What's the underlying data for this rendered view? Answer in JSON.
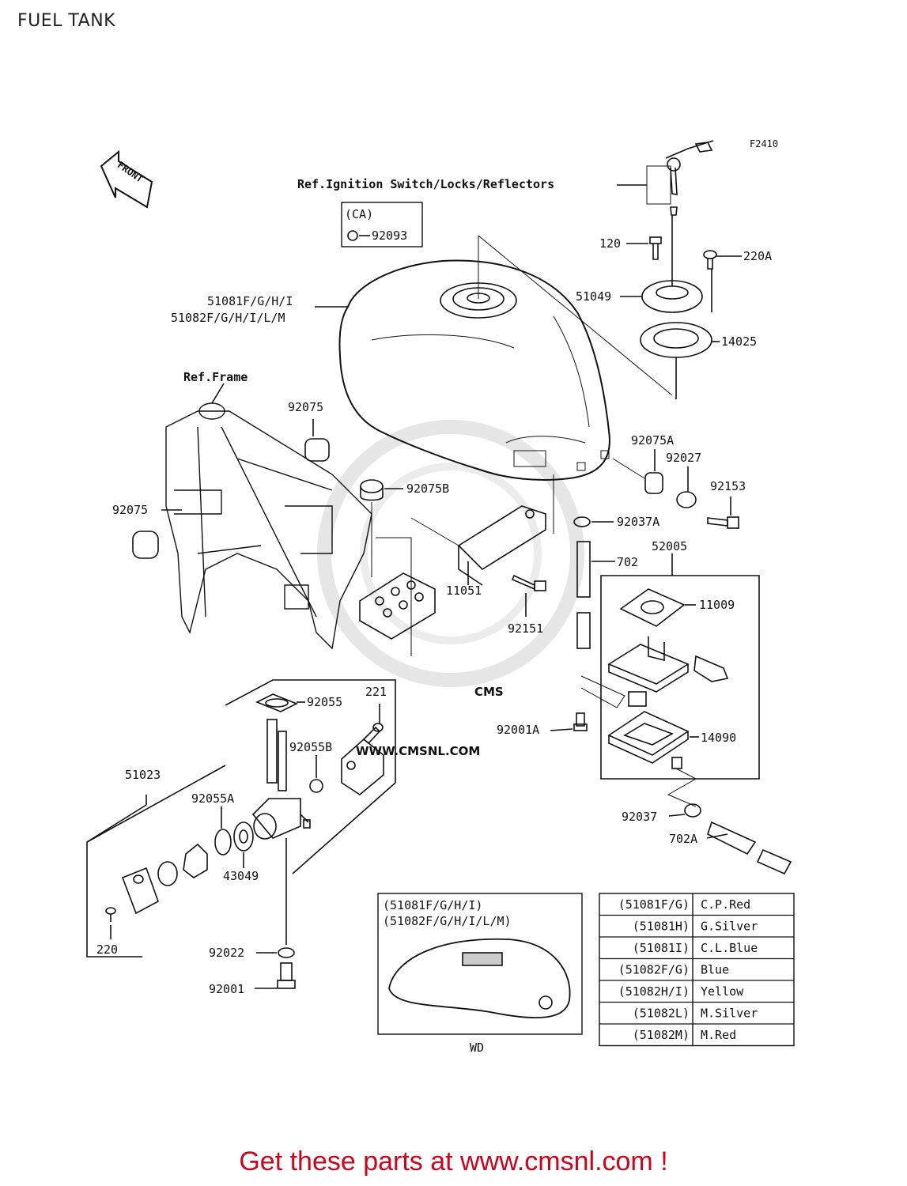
{
  "header": {
    "title": "FUEL TANK"
  },
  "diagram": {
    "figure_code": "F2410",
    "front_label": "FRONT",
    "ref_ignition": "Ref.Ignition Switch/Locks/Reflectors",
    "ref_frame": "Ref.Frame",
    "ca_label": "(CA)",
    "ca_part": "92093",
    "wd_label": "WD",
    "parts": {
      "p120": "120",
      "p220A": "220A",
      "p51049": "51049",
      "p14025": "14025",
      "p51081": "51081F/G/H/I",
      "p51082": "51082F/G/H/I/L/M",
      "p92075_top": "92075",
      "p92075_left": "92075",
      "p92075B": "92075B",
      "p92075A": "92075A",
      "p92027": "92027",
      "p92153": "92153",
      "p92037A": "92037A",
      "p52005": "52005",
      "p702": "702",
      "p11051": "11051",
      "p92151": "92151",
      "p11009": "11009",
      "p92055": "92055",
      "p221": "221",
      "p92055B": "92055B",
      "p92001A": "92001A",
      "p14090": "14090",
      "p51023": "51023",
      "p92055A": "92055A",
      "p43049": "43049",
      "p92037": "92037",
      "p702A": "702A",
      "p220": "220",
      "p92022": "92022",
      "p92001": "92001"
    },
    "wd_box_lines": [
      "(51081F/G/H/I)",
      "(51082F/G/H/I/L/M)"
    ],
    "color_table": [
      {
        "code": "(51081F/G)",
        "color": "C.P.Red"
      },
      {
        "code": "(51081H)",
        "color": "G.Silver"
      },
      {
        "code": "(51081I)",
        "color": "C.L.Blue"
      },
      {
        "code": "(51082F/G)",
        "color": "Blue"
      },
      {
        "code": "(51082H/I)",
        "color": "Yellow"
      },
      {
        "code": "(51082L)",
        "color": "M.Silver"
      },
      {
        "code": "(51082M)",
        "color": "M.Red"
      }
    ]
  },
  "watermark": {
    "brand": "CMS",
    "url": "WWW.CMSNL.COM"
  },
  "footer": {
    "cta": "Get these parts at www.cmsnl.com !"
  },
  "colors": {
    "line": "#111111",
    "cta": "#d0021b",
    "watermark": "#e6e6e6"
  }
}
